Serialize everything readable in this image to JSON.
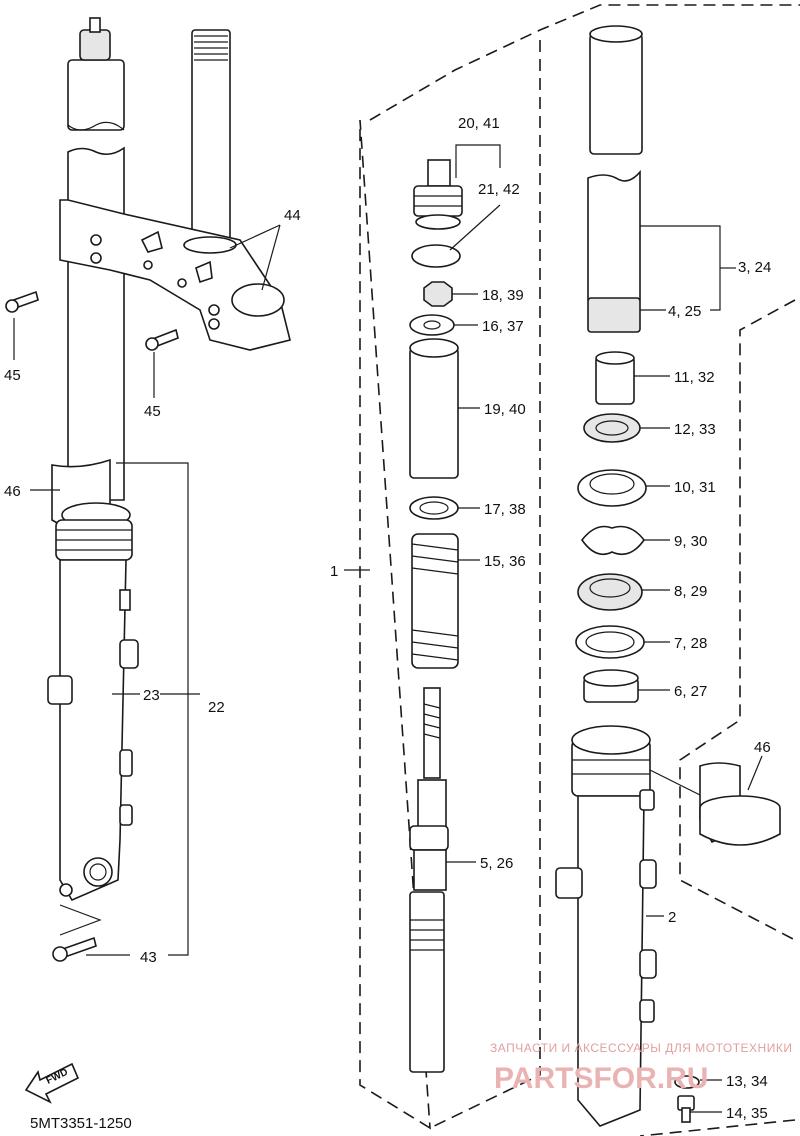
{
  "diagram_code": "5MT3351-1250",
  "fwd_label": "FWD",
  "watermark": {
    "line1": "ЗАПЧАСТИ И АКСЕССУАРЫ ДЛЯ МОТОТЕХНИКИ",
    "line2": "PARTSFOR.RU"
  },
  "callouts": {
    "c1": "1",
    "c2": "2",
    "c3_24": "3, 24",
    "c4_25": "4, 25",
    "c5_26": "5, 26",
    "c6_27": "6, 27",
    "c7_28": "7, 28",
    "c8_29": "8, 29",
    "c9_30": "9, 30",
    "c10_31": "10, 31",
    "c11_32": "11, 32",
    "c12_33": "12, 33",
    "c13_34": "13, 34",
    "c14_35": "14, 35",
    "c15_36": "15, 36",
    "c16_37": "16, 37",
    "c17_38": "17, 38",
    "c18_39": "18, 39",
    "c19_40": "19, 40",
    "c20_41": "20, 41",
    "c21_42": "21, 42",
    "c22": "22",
    "c23": "23",
    "c43": "43",
    "c44": "44",
    "c45a": "45",
    "c45b": "45",
    "c46a": "46",
    "c46b": "46"
  }
}
